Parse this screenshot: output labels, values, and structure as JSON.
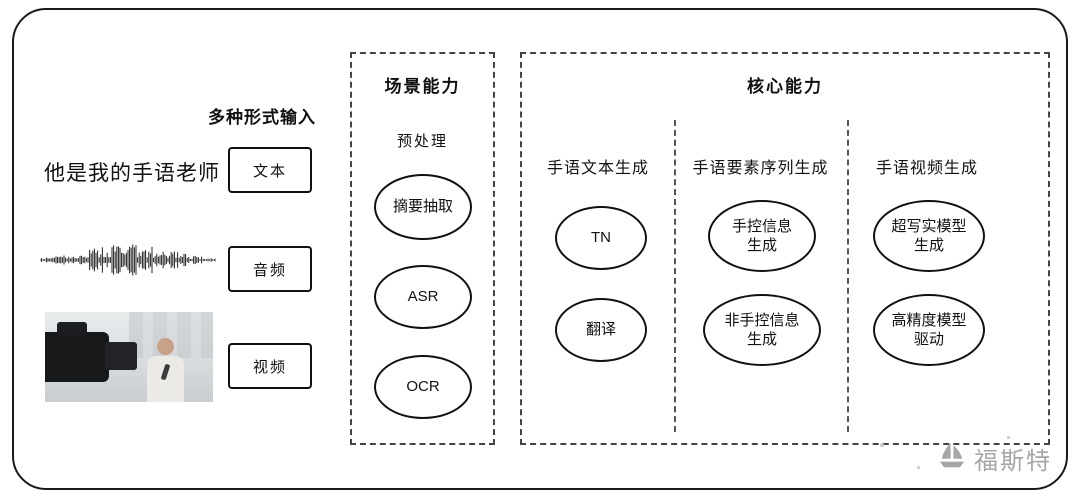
{
  "input_section": {
    "title": "多种形式输入",
    "text_example": "他是我的手语老师",
    "labels": {
      "text": "文本",
      "audio": "音频",
      "video": "视频"
    }
  },
  "scene_box": {
    "title": "场景能力",
    "subtitle": "预处理",
    "nodes": [
      "摘要抽取",
      "ASR",
      "OCR"
    ]
  },
  "core_box": {
    "title": "核心能力",
    "columns": [
      {
        "header": "手语文本生成",
        "nodes": [
          "TN",
          "翻译"
        ]
      },
      {
        "header": "手语要素序列生成",
        "nodes": [
          "手控信息\n生成",
          "非手控信息\n生成"
        ]
      },
      {
        "header": "手语视频生成",
        "nodes": [
          "超写实模型\n生成",
          "高精度模型\n驱动"
        ]
      }
    ]
  },
  "watermark": {
    "text": "福斯特",
    "icon": "ship-icon"
  },
  "colors": {
    "outline": "#1a1a1a",
    "dashed_border": "#444444",
    "watermark": "#a6a6a6"
  }
}
